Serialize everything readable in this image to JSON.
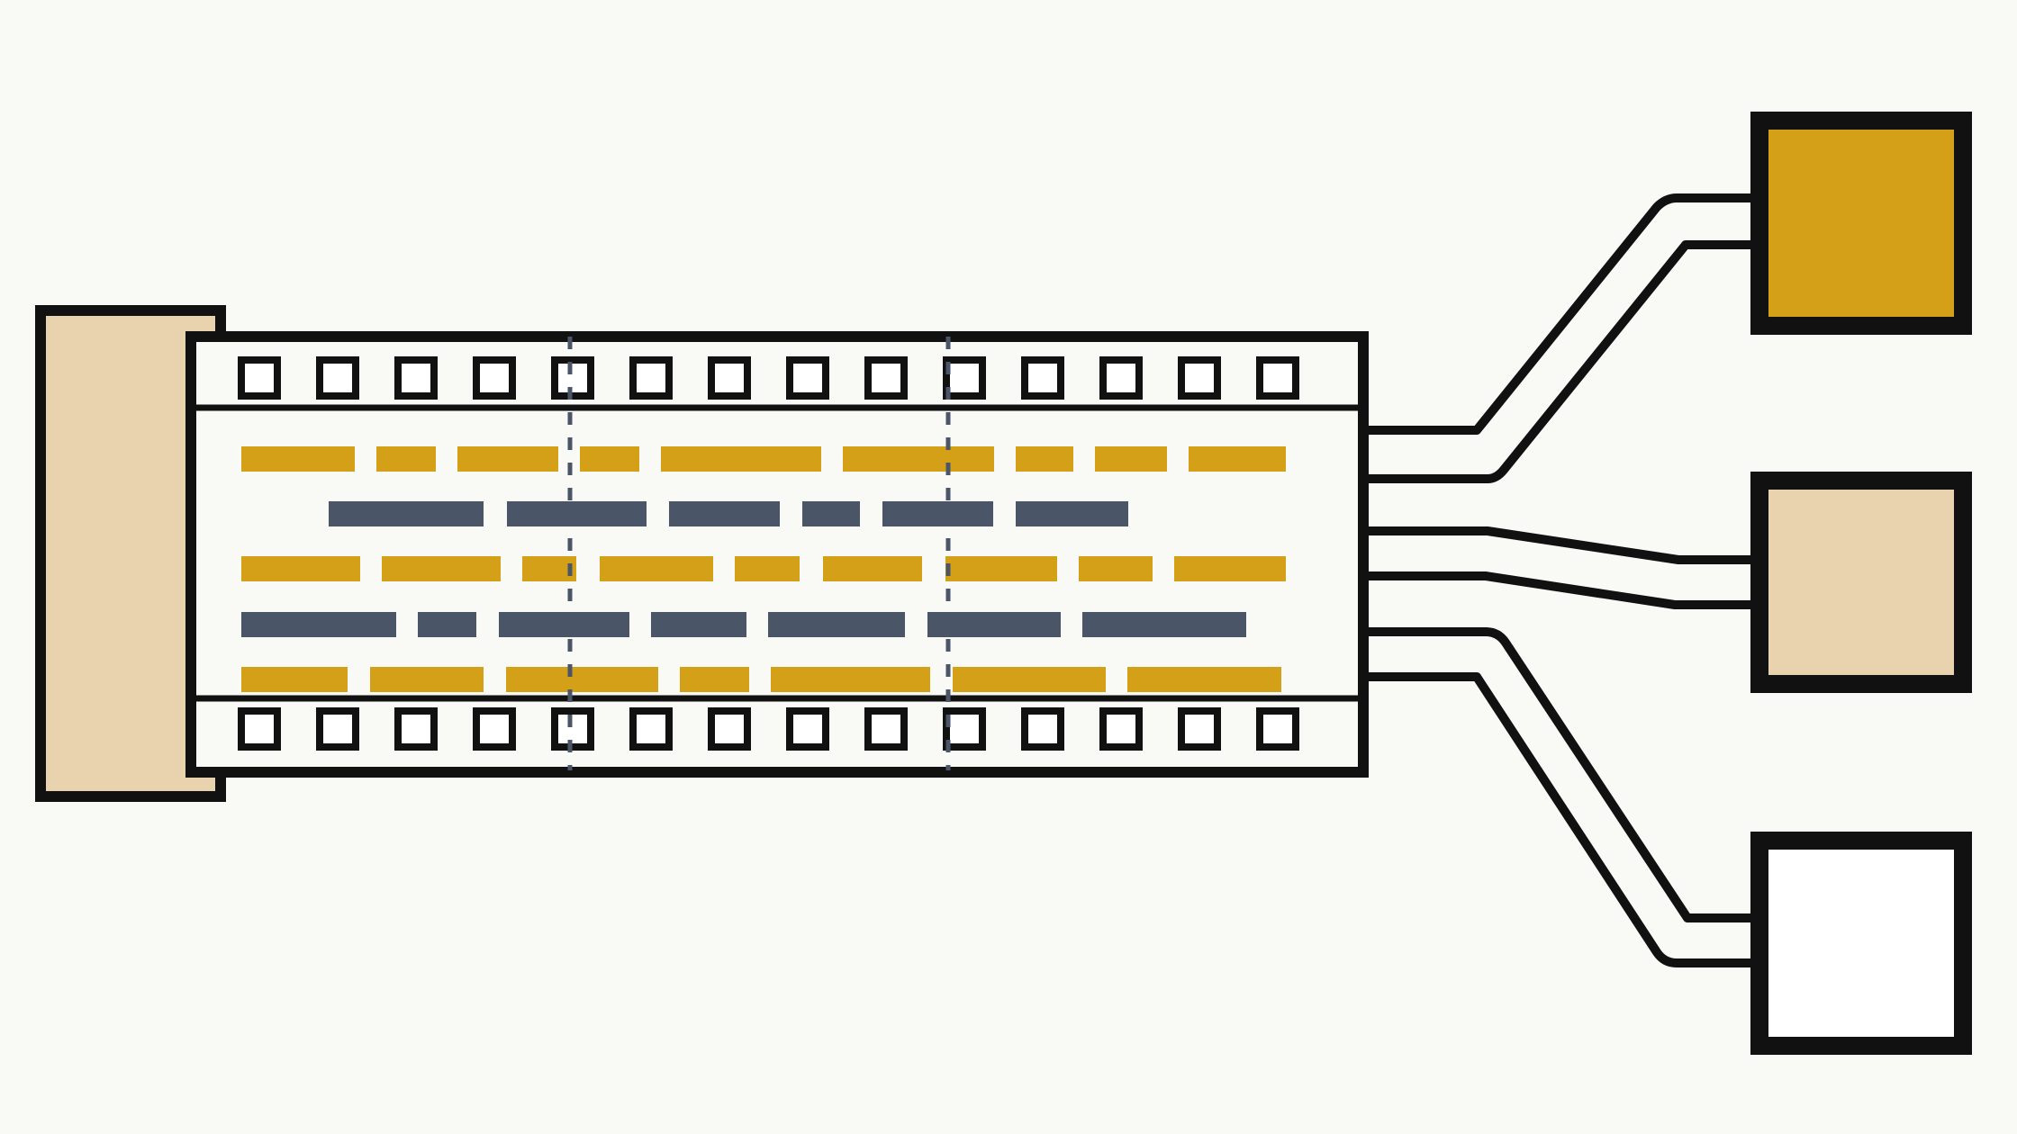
{
  "colors": {
    "background": "#f9f9f5",
    "outline": "#111111",
    "gold": "#d4a017",
    "tan": "#e8d3ae",
    "slate": "#4a5568",
    "white": "#ffffff"
  },
  "diagram": {
    "description_free": true,
    "film_strip": {
      "sprocket_holes_per_row": 14,
      "rows": 2
    },
    "bar_rows": [
      {
        "color": "gold",
        "count": 9
      },
      {
        "color": "slate",
        "count": 6
      },
      {
        "color": "gold",
        "count": 9
      },
      {
        "color": "slate",
        "count": 7
      },
      {
        "color": "gold",
        "count": 7
      }
    ],
    "output_boxes": [
      {
        "name": "output-box-top",
        "fill": "gold"
      },
      {
        "name": "output-box-middle",
        "fill": "tan"
      },
      {
        "name": "output-box-bottom",
        "fill": "white"
      }
    ],
    "playhead_markers": 2
  }
}
